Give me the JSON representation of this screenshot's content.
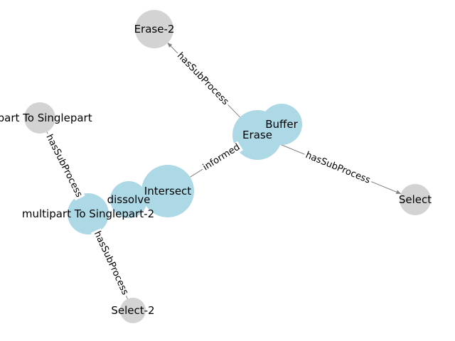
{
  "colors": {
    "node_primary": "#add8e6",
    "node_secondary": "#d3d3d3",
    "edge": "#808080",
    "background": "#ffffff"
  },
  "nodes": [
    {
      "id": "erase2",
      "label": "Erase-2",
      "group": "secondary"
    },
    {
      "id": "mts",
      "label": "ltipart To Singlepart",
      "group": "secondary"
    },
    {
      "id": "buffer",
      "label": "Buffer",
      "group": "primary"
    },
    {
      "id": "erase",
      "label": "Erase",
      "group": "primary"
    },
    {
      "id": "select",
      "label": "Select",
      "group": "secondary"
    },
    {
      "id": "intersect",
      "label": "Intersect",
      "group": "primary"
    },
    {
      "id": "dissolve",
      "label": "dissolve",
      "group": "primary"
    },
    {
      "id": "mts2",
      "label": "multipart To Singlepart-2",
      "group": "primary"
    },
    {
      "id": "select2",
      "label": "Select-2",
      "group": "secondary"
    }
  ],
  "edges": [
    {
      "id": "e1",
      "from": "erase",
      "to": "erase2",
      "label": "hasSubProcess",
      "directed": true
    },
    {
      "id": "e2",
      "from": "erase",
      "to": "select",
      "label": "hasSubProcess",
      "directed": true
    },
    {
      "id": "e3",
      "from": "intersect",
      "to": "erase",
      "label": "informed",
      "directed": false
    },
    {
      "id": "e4",
      "from": "mts",
      "to": "mts2",
      "label": "hasSubProcess",
      "directed": false
    },
    {
      "id": "e5",
      "from": "mts2",
      "to": "select2",
      "label": "hasSubProcess",
      "directed": false
    },
    {
      "id": "e6",
      "from": "dissolve",
      "to": "intersect",
      "label": "",
      "directed": false
    }
  ]
}
